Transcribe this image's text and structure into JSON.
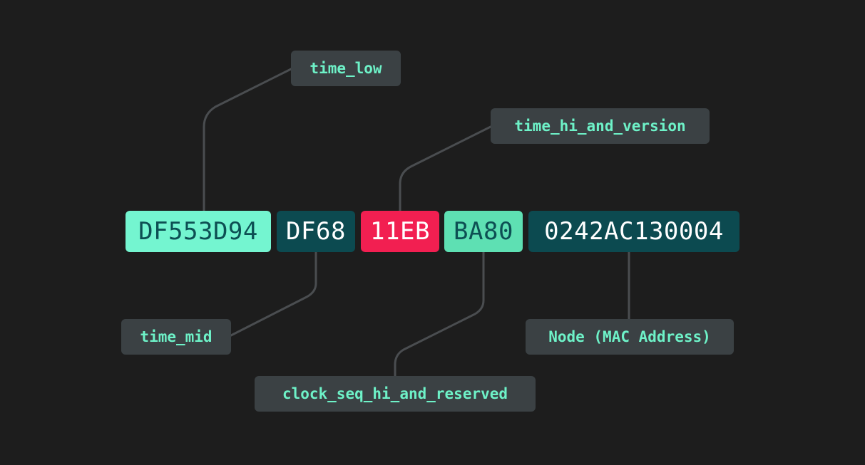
{
  "uuid_segments": [
    {
      "text": "DF553D94",
      "bg": "#74f5d0",
      "fg": "#0d4f53"
    },
    {
      "text": "DF68",
      "bg": "#0c4a50",
      "fg": "#ffffff"
    },
    {
      "text": "11EB",
      "bg": "#f21f51",
      "fg": "#ffffff"
    },
    {
      "text": "BA80",
      "bg": "#5ee0b3",
      "fg": "#0d4f53"
    },
    {
      "text": "0242AC130004",
      "bg": "#0c4a50",
      "fg": "#ffffff"
    }
  ],
  "labels": {
    "time_low": "time_low",
    "time_mid": "time_mid",
    "time_hi_and_version": "time_hi_and_version",
    "clock_seq_hi_and_reserved": "clock_seq_hi_and_reserved",
    "node": "Node (MAC Address)"
  },
  "colors": {
    "background": "#1d1d1d",
    "label_bg": "#3b4144",
    "label_text": "#6ef2c8",
    "connector": "#4a4d50"
  }
}
